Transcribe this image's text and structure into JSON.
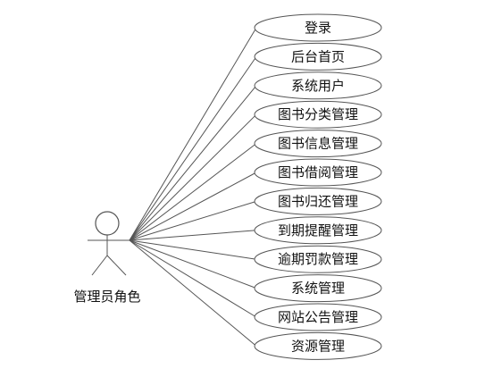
{
  "actor": {
    "name": "管理员角色"
  },
  "use_cases": [
    {
      "label": "登录"
    },
    {
      "label": "后台首页"
    },
    {
      "label": "系统用户"
    },
    {
      "label": "图书分类管理"
    },
    {
      "label": "图书信息管理"
    },
    {
      "label": "图书借阅管理"
    },
    {
      "label": "图书归还管理"
    },
    {
      "label": "到期提醒管理"
    },
    {
      "label": "逾期罚款管理"
    },
    {
      "label": "系统管理"
    },
    {
      "label": "网站公告管理"
    },
    {
      "label": "资源管理"
    }
  ]
}
